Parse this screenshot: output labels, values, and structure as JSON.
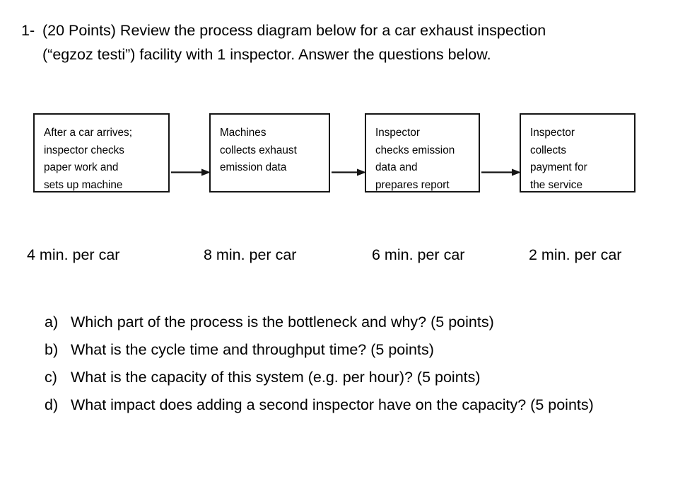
{
  "stem": {
    "marker": "1-",
    "line1": "(20 Points) Review the process diagram below for a car exhaust inspection",
    "line2": "(“egzoz testi”) facility with 1 inspector. Answer the questions below."
  },
  "diagram": {
    "boxes": [
      {
        "text": "After a car arrives;\ninspector checks\npaper work and\nsets up machine"
      },
      {
        "text": "Machines\ncollects exhaust\nemission data"
      },
      {
        "text": "Inspector\nchecks emission\ndata and\nprepares report"
      },
      {
        "text": "Inspector\ncollects\npayment for\nthe service"
      }
    ],
    "arrows": [
      {
        "name": "arrow-box1-to-box2"
      },
      {
        "name": "arrow-box2-to-box3"
      },
      {
        "name": "arrow-box3-to-box4"
      }
    ],
    "times": [
      "4 min. per car",
      "8 min. per car",
      "6 min. per car",
      "2 min. per car"
    ],
    "border_color": "#151515"
  },
  "questions": [
    {
      "marker": "a)",
      "text": "Which part of the process is the bottleneck and why? (5 points)"
    },
    {
      "marker": "b)",
      "text": "What is the cycle time and throughput time? (5 points)"
    },
    {
      "marker": "c)",
      "text": "What is the capacity of this system (e.g. per hour)? (5 points)"
    },
    {
      "marker": "d)",
      "text": "What impact does adding a second inspector have on the capacity? (5 points)"
    }
  ]
}
